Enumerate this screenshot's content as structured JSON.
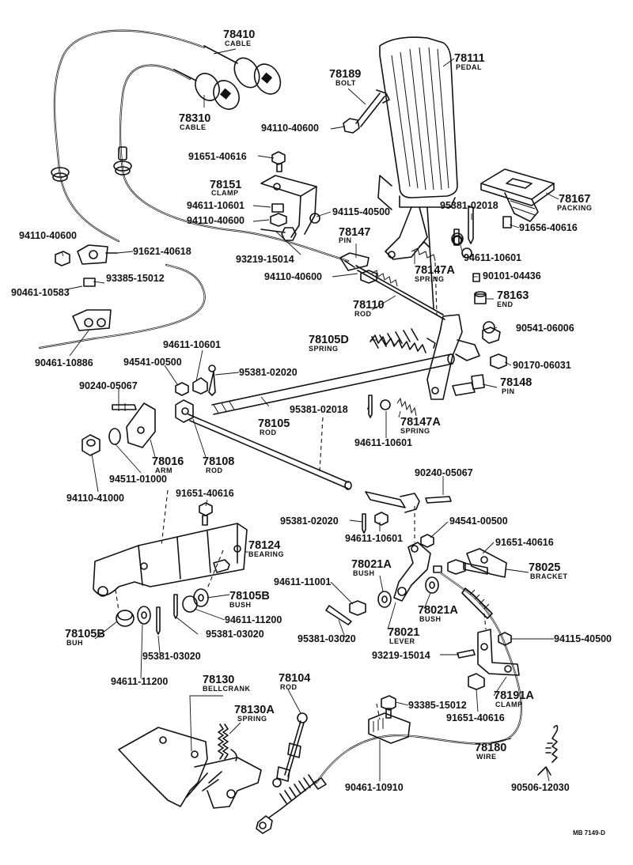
{
  "drawing_code": "MB 7149-D",
  "callouts": [
    {
      "id": "c78410",
      "num": "78410",
      "name": "CABLE"
    },
    {
      "id": "c78310",
      "num": "78310",
      "name": "CABLE"
    },
    {
      "id": "c78111",
      "num": "78111",
      "name": "PEDAL"
    },
    {
      "id": "c78189",
      "num": "78189",
      "name": "BOLT"
    },
    {
      "id": "c94110_40600a",
      "num": "94110-40600",
      "name": ""
    },
    {
      "id": "c91651_40616a",
      "num": "91651-40616",
      "name": ""
    },
    {
      "id": "c78151",
      "num": "78151",
      "name": "CLAMP"
    },
    {
      "id": "c94611_10601a",
      "num": "94611-10601",
      "name": ""
    },
    {
      "id": "c94110_40600b",
      "num": "94110-40600",
      "name": ""
    },
    {
      "id": "c94115_40500a",
      "num": "94115-40500",
      "name": ""
    },
    {
      "id": "c78167",
      "num": "78167",
      "name": "PACKING"
    },
    {
      "id": "c95381_02018a",
      "num": "95381-02018",
      "name": ""
    },
    {
      "id": "c91656_40616",
      "num": "91656-40616",
      "name": ""
    },
    {
      "id": "c94110_40600c",
      "num": "94110-40600",
      "name": ""
    },
    {
      "id": "c91621_40618",
      "num": "91621-40618",
      "name": ""
    },
    {
      "id": "c78147",
      "num": "78147",
      "name": "PIN"
    },
    {
      "id": "c94611_10601b",
      "num": "94611-10601",
      "name": ""
    },
    {
      "id": "c93219_15014a",
      "num": "93219-15014",
      "name": ""
    },
    {
      "id": "c78147A_a",
      "num": "78147A",
      "name": "SPRING"
    },
    {
      "id": "c90461_10583",
      "num": "90461-10583",
      "name": ""
    },
    {
      "id": "c93385_15012a",
      "num": "93385-15012",
      "name": ""
    },
    {
      "id": "c94110_40600d",
      "num": "94110-40600",
      "name": ""
    },
    {
      "id": "c90101_04436",
      "num": "90101-04436",
      "name": ""
    },
    {
      "id": "c78163",
      "num": "78163",
      "name": "END"
    },
    {
      "id": "c78110",
      "num": "78110",
      "name": "ROD"
    },
    {
      "id": "c90541_06006",
      "num": "90541-06006",
      "name": ""
    },
    {
      "id": "c78105D",
      "num": "78105D",
      "name": "SPRING"
    },
    {
      "id": "c94611_10601c",
      "num": "94611-10601",
      "name": ""
    },
    {
      "id": "c90461_10886",
      "num": "90461-10886",
      "name": ""
    },
    {
      "id": "c94541_00500a",
      "num": "94541-00500",
      "name": ""
    },
    {
      "id": "c95381_02020a",
      "num": "95381-02020",
      "name": ""
    },
    {
      "id": "c90170_06031",
      "num": "90170-06031",
      "name": ""
    },
    {
      "id": "c78148",
      "num": "78148",
      "name": "PIN"
    },
    {
      "id": "c90240_05067a",
      "num": "90240-05067",
      "name": ""
    },
    {
      "id": "c95381_02018b",
      "num": "95381-02018",
      "name": ""
    },
    {
      "id": "c78147A_b",
      "num": "78147A",
      "name": "SPRING"
    },
    {
      "id": "c78105",
      "num": "78105",
      "name": "ROD"
    },
    {
      "id": "c94611_10601d",
      "num": "94611-10601",
      "name": ""
    },
    {
      "id": "c78016",
      "num": "78016",
      "name": "ARM"
    },
    {
      "id": "c78108",
      "num": "78108",
      "name": "ROD"
    },
    {
      "id": "c94511_01000",
      "num": "94511-01000",
      "name": ""
    },
    {
      "id": "c94110_41000",
      "num": "94110-41000",
      "name": ""
    },
    {
      "id": "c90240_05067b",
      "num": "90240-05067",
      "name": ""
    },
    {
      "id": "c91651_40616b",
      "num": "91651-40616",
      "name": ""
    },
    {
      "id": "c95381_02020b",
      "num": "95381-02020",
      "name": ""
    },
    {
      "id": "c94541_00500b",
      "num": "94541-00500",
      "name": ""
    },
    {
      "id": "c94611_10601e",
      "num": "94611-10601",
      "name": ""
    },
    {
      "id": "c91651_40616c",
      "num": "91651-40616",
      "name": ""
    },
    {
      "id": "c78124",
      "num": "78124",
      "name": "BEARING"
    },
    {
      "id": "c78021A_a",
      "num": "78021A",
      "name": "BUSH"
    },
    {
      "id": "c78025",
      "num": "78025",
      "name": "BRACKET"
    },
    {
      "id": "c94611_11001",
      "num": "94611-11001",
      "name": ""
    },
    {
      "id": "c78105B_a",
      "num": "78105B",
      "name": "BUSH"
    },
    {
      "id": "c94611_11200a",
      "num": "94611-11200",
      "name": ""
    },
    {
      "id": "c78021A_b",
      "num": "78021A",
      "name": "BUSH"
    },
    {
      "id": "c78105B_b",
      "num": "78105B",
      "name": "BUH"
    },
    {
      "id": "c95381_03020a",
      "num": "95381-03020",
      "name": ""
    },
    {
      "id": "c95381_03020b",
      "num": "95381-03020",
      "name": ""
    },
    {
      "id": "c78021",
      "num": "78021",
      "name": "LEVER"
    },
    {
      "id": "c94115_40500b",
      "num": "94115-40500",
      "name": ""
    },
    {
      "id": "c95381_03020c",
      "num": "95381-03020",
      "name": ""
    },
    {
      "id": "c93219_15014b",
      "num": "93219-15014",
      "name": ""
    },
    {
      "id": "c94611_11200b",
      "num": "94611-11200",
      "name": ""
    },
    {
      "id": "c78130",
      "num": "78130",
      "name": "BELLCRANK"
    },
    {
      "id": "c78104",
      "num": "78104",
      "name": "ROD"
    },
    {
      "id": "c78191A",
      "num": "78191A",
      "name": "CLAMP"
    },
    {
      "id": "c78130A",
      "num": "78130A",
      "name": "SPRING"
    },
    {
      "id": "c93385_15012b",
      "num": "93385-15012",
      "name": ""
    },
    {
      "id": "c91651_40616d",
      "num": "91651-40616",
      "name": ""
    },
    {
      "id": "c78180",
      "num": "78180",
      "name": "WIRE"
    },
    {
      "id": "c90461_10910",
      "num": "90461-10910",
      "name": ""
    },
    {
      "id": "c90506_12030",
      "num": "90506-12030",
      "name": ""
    }
  ]
}
